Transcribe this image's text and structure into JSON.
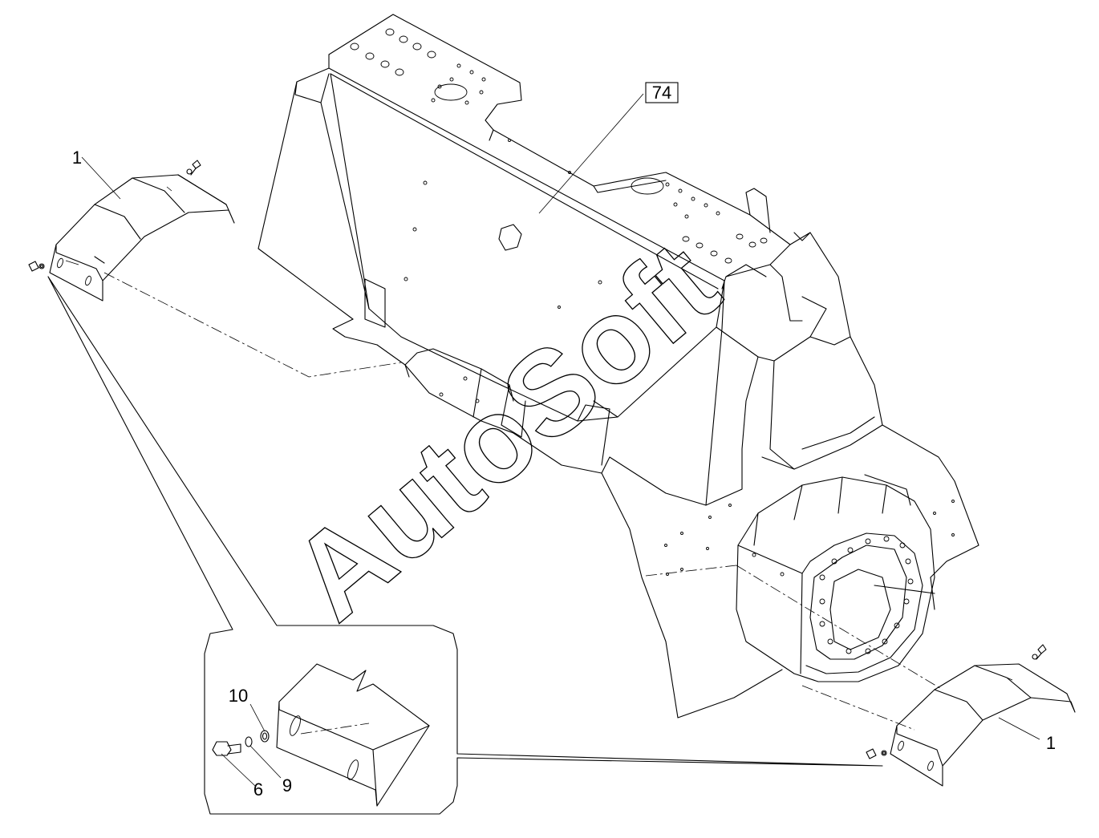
{
  "callouts": {
    "frame": "74",
    "cover_left": "1",
    "cover_right": "1",
    "washer_outer": "10",
    "bolt": "6",
    "washer_inner": "9"
  },
  "watermark": "AutoSoft"
}
